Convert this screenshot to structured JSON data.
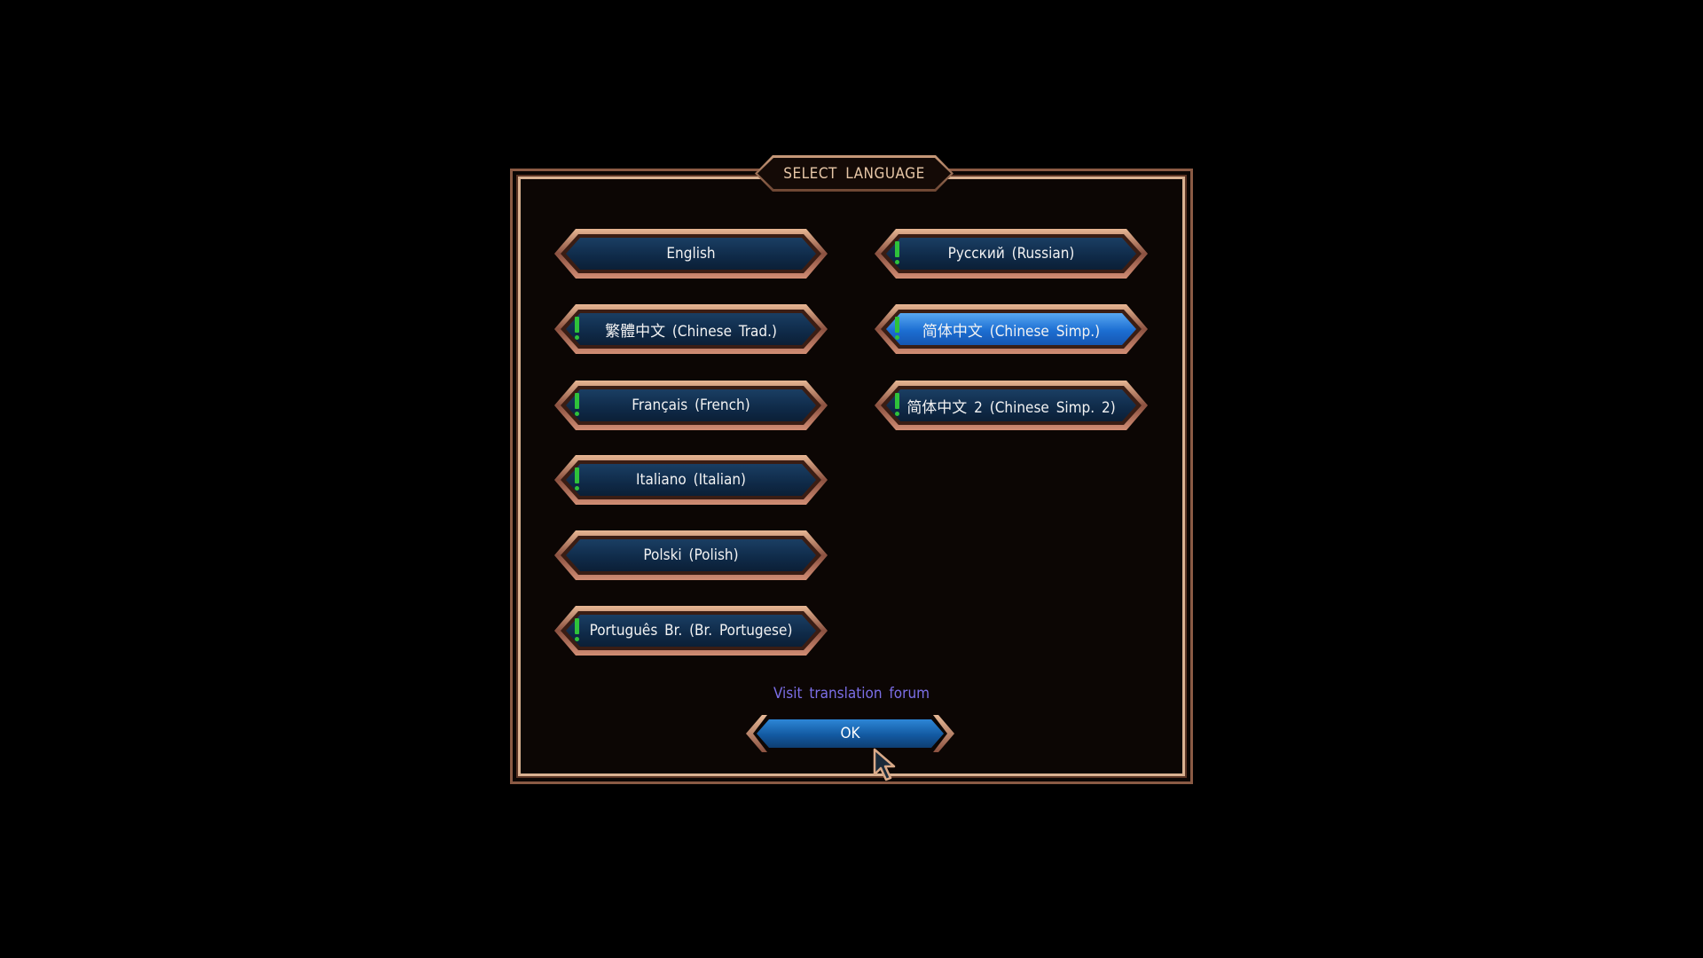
{
  "dialog": {
    "title": "SELECT LANGUAGE"
  },
  "languages": [
    {
      "label": "English",
      "warning": false,
      "selected": false
    },
    {
      "label": "Русский (Russian)",
      "warning": true,
      "selected": false
    },
    {
      "label": "繁體中文 (Chinese Trad.)",
      "warning": true,
      "selected": false
    },
    {
      "label": "简体中文 (Chinese Simp.)",
      "warning": true,
      "selected": true
    },
    {
      "label": "Français (French)",
      "warning": true,
      "selected": false
    },
    {
      "label": "简体中文 2 (Chinese Simp. 2)",
      "warning": true,
      "selected": false
    },
    {
      "label": "Italiano (Italian)",
      "warning": true,
      "selected": false
    },
    {
      "label": "Polski (Polish)",
      "warning": false,
      "selected": false
    },
    {
      "label": "Português Br. (Br. Portugese)",
      "warning": true,
      "selected": false
    }
  ],
  "forum_link": "Visit translation forum",
  "ok_label": "OK",
  "colors": {
    "selected": "#1c6ed2",
    "button": "#0f2a48",
    "warning": "#2ec23a",
    "link": "#7b6ee6"
  }
}
